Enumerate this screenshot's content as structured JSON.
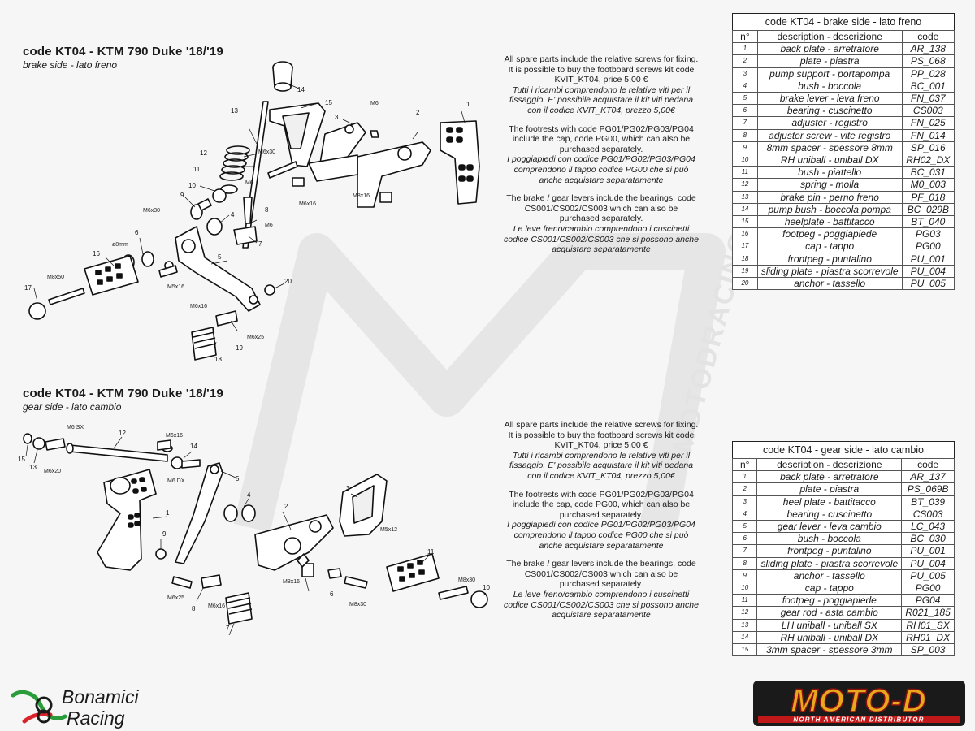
{
  "brake": {
    "title": "code KT04 - KTM 790 Duke '18/'19",
    "subtitle": "brake side - lato freno",
    "table_title": "code KT04 - brake side - lato freno",
    "columns": [
      "n°",
      "description - descrizione",
      "code"
    ],
    "rows": [
      [
        "1",
        "back plate - arretratore",
        "AR_138"
      ],
      [
        "2",
        "plate - piastra",
        "PS_068"
      ],
      [
        "3",
        "pump support - portapompa",
        "PP_028"
      ],
      [
        "4",
        "bush - boccola",
        "BC_001"
      ],
      [
        "5",
        "brake lever - leva freno",
        "FN_037"
      ],
      [
        "6",
        "bearing - cuscinetto",
        "CS003"
      ],
      [
        "7",
        "adjuster - registro",
        "FN_025"
      ],
      [
        "8",
        "adjuster screw - vite registro",
        "FN_014"
      ],
      [
        "9",
        "8mm spacer - spessore 8mm",
        "SP_016"
      ],
      [
        "10",
        "RH uniball - uniball DX",
        "RH02_DX"
      ],
      [
        "11",
        "bush - piattello",
        "BC_031"
      ],
      [
        "12",
        "spring - molla",
        "M0_003"
      ],
      [
        "13",
        "brake pin - perno freno",
        "PF_018"
      ],
      [
        "14",
        "pump bush - boccola pompa",
        "BC_029B"
      ],
      [
        "15",
        "heelplate - battitacco",
        "BT_040"
      ],
      [
        "16",
        "footpeg - poggiapiede",
        "PG03"
      ],
      [
        "17",
        "cap - tappo",
        "PG00"
      ],
      [
        "18",
        "frontpeg - puntalino",
        "PU_001"
      ],
      [
        "19",
        "sliding plate - piastra scorrevole",
        "PU_004"
      ],
      [
        "20",
        "anchor - tassello",
        "PU_005"
      ]
    ],
    "labels": {
      "n1": "1",
      "n2": "2",
      "n3": "3",
      "n4": "4",
      "n5": "5",
      "n6": "6",
      "n7": "7",
      "n8": "8",
      "n9": "9",
      "n10": "10",
      "n11": "11",
      "n12": "12",
      "n13": "13",
      "n14": "14",
      "n15": "15",
      "n16": "16",
      "n17": "17",
      "n18": "18",
      "n19": "19",
      "n20": "20",
      "m6a": "M6",
      "m6b": "M6",
      "m6c": "M6",
      "m6x30a": "M6x30",
      "m6x16a": "M6x16",
      "m8x16": "M8x16",
      "m6x30b": "M6x30",
      "d8": "ø8mm",
      "m5x16": "M5x16",
      "m8x50": "M8x50",
      "m6x16b": "M6x16",
      "m6x25": "M6x25"
    }
  },
  "gear": {
    "title": "code KT04 - KTM 790 Duke '18/'19",
    "subtitle": "gear side - lato cambio",
    "table_title": "code KT04 - gear side - lato cambio",
    "columns": [
      "n°",
      "description - descrizione",
      "code"
    ],
    "rows": [
      [
        "1",
        "back plate - arretratore",
        "AR_137"
      ],
      [
        "2",
        "plate - piastra",
        "PS_069B"
      ],
      [
        "3",
        "heel plate - battitacco",
        "BT_039"
      ],
      [
        "4",
        "bearing - cuscinetto",
        "CS003"
      ],
      [
        "5",
        "gear lever - leva cambio",
        "LC_043"
      ],
      [
        "6",
        "bush - boccola",
        "BC_030"
      ],
      [
        "7",
        "frontpeg - puntalino",
        "PU_001"
      ],
      [
        "8",
        "sliding plate - piastra scorrevole",
        "PU_004"
      ],
      [
        "9",
        "anchor - tassello",
        "PU_005"
      ],
      [
        "10",
        "cap - tappo",
        "PG00"
      ],
      [
        "11",
        "footpeg - poggiapiede",
        "PG04"
      ],
      [
        "12",
        "gear rod - asta cambio",
        "R021_185"
      ],
      [
        "13",
        "LH uniball - uniball SX",
        "RH01_SX"
      ],
      [
        "14",
        "RH uniball - uniball DX",
        "RH01_DX"
      ],
      [
        "15",
        "3mm spacer - spessore 3mm",
        "SP_003"
      ]
    ],
    "labels": {
      "n1": "1",
      "n2": "2",
      "n3": "3",
      "n4": "4",
      "n5": "5",
      "n6": "6",
      "n7": "7",
      "n8": "8",
      "n9": "9",
      "n10": "10",
      "n11": "11",
      "n12": "12",
      "n13": "13",
      "n14": "14",
      "n15": "15",
      "m6sx": "M6 SX",
      "m6x20": "M6x20",
      "m6x16a": "M6x16",
      "m6dx": "M6 DX",
      "m5x12": "M5x12",
      "m8x16": "M8x16",
      "m8x30a": "M8x30",
      "m8x30b": "M8x30",
      "m6x25": "M6x25",
      "m6x16b": "M6x16"
    }
  },
  "notes": {
    "p1_en": "All spare parts include the relative screws for fixing. It is possible to buy the footboard screws kit code KVIT_KT04, price 5,00 €",
    "p1_it": "Tutti i ricambi comprendono le relative viti per il fissaggio. E' possibile acquistare il kit viti pedana con il codice KVIT_KT04, prezzo 5,00€",
    "p2_en": "The footrests with code PG01/PG02/PG03/PG04 include the cap, code PG00, which can also be purchased separately.",
    "p2_it": "I poggiapiedi con codice PG01/PG02/PG03/PG04 comprendono il tappo codice PG00 che si può anche acquistare separatamente",
    "p3_en": "The brake / gear levers include the bearings, code CS001/CS002/CS003 which can also be purchased separately.",
    "p3_it": "Le leve freno/cambio comprendono i cuscinetti codice CS001/CS002/CS003 che si possono anche acquistare separatamente"
  },
  "watermark": {
    "text": "MOTODRACING"
  },
  "logos": {
    "bonamici_line1": "Bonamici",
    "bonamici_line2": "Racing",
    "motod_main": "MOTO-D",
    "motod_sub": "NORTH AMERICAN DISTRIBUTOR"
  },
  "colors": {
    "accent_red": "#d8232a",
    "accent_green": "#2a9d3a",
    "motod_gold": "#e7a81e",
    "ink": "#1a1a1a"
  }
}
